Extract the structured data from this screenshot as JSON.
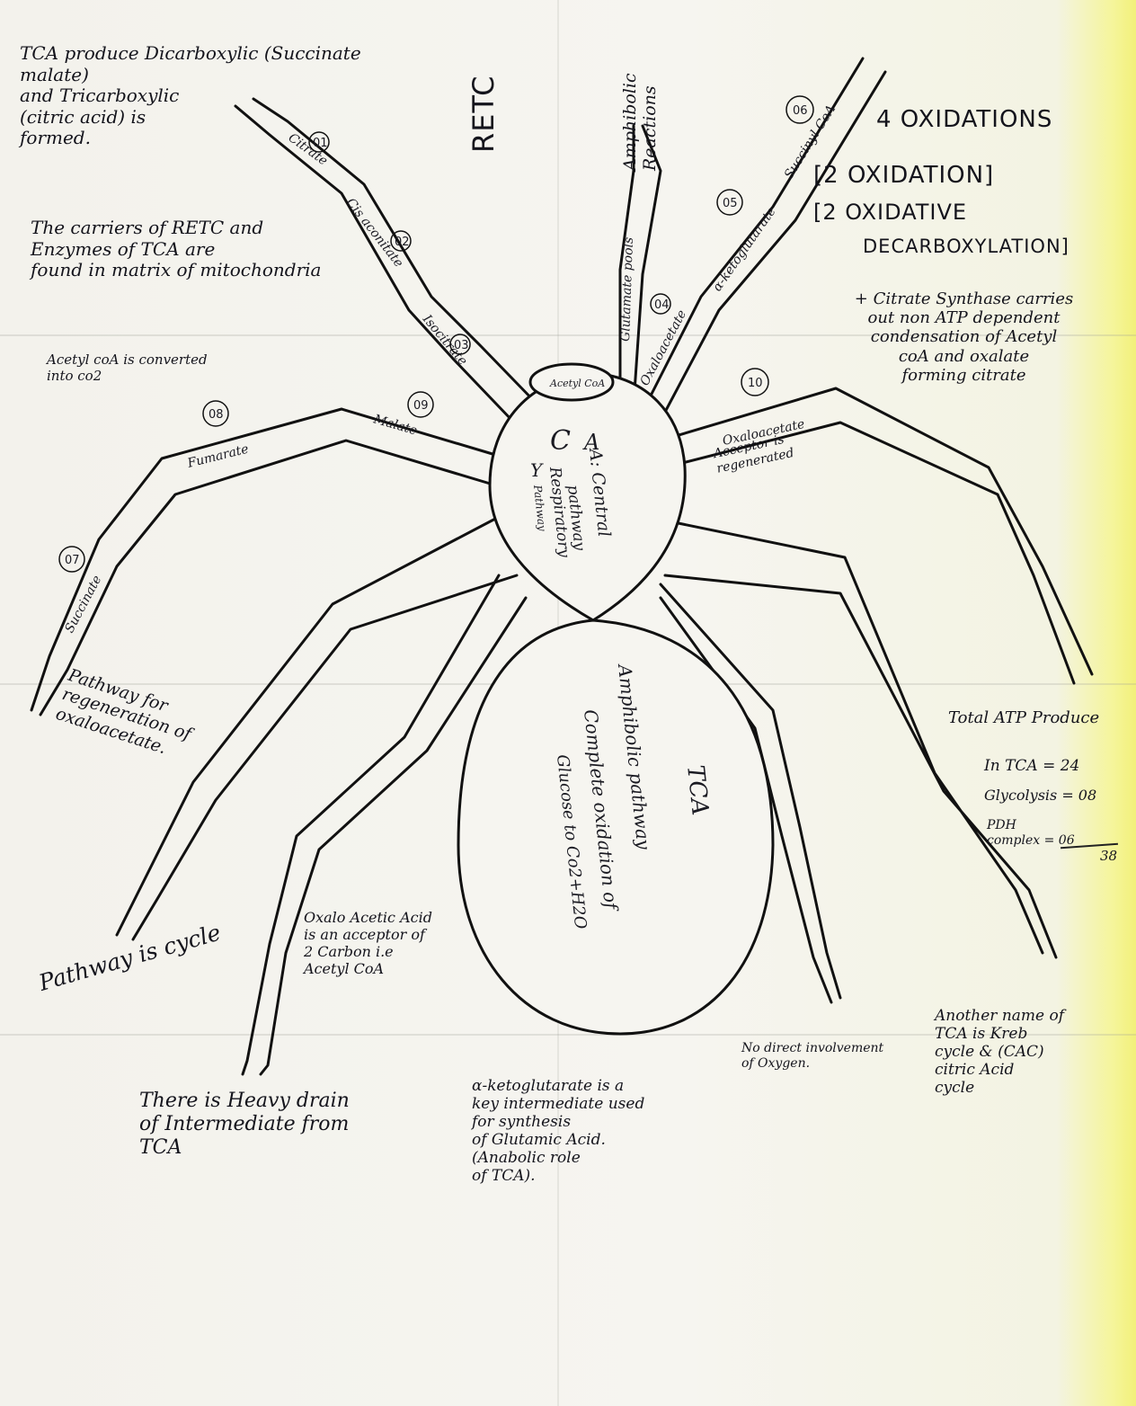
{
  "notes": {
    "tca_produce": "TCA produce Dicarboxylic (Succinate malate)\nand Tricarboxylic\n(citric acid) is\nformed.",
    "carriers": "The carriers of RETC and\nEnzymes of TCA are\nfound in matrix of mitochondria",
    "acetyl_coa": "Acetyl coA is converted\ninto co2",
    "retc": "RETC",
    "amphibolic_top": "Amphibolic\nReactions",
    "four_oxidations": "4 OXIDATIONS",
    "two_oxidation": "[2 OXIDATION]",
    "two_oxidative_line1": "[2 OXIDATIVE",
    "two_oxidative_line2": "DECARBOXYLATION]",
    "citrate_synthase": "+ Citrate Synthase carries\nout non ATP dependent\ncondensation of Acetyl\ncoA and oxalate\nforming citrate",
    "regeneration": "Pathway for\nregeneration of\noxaloacetate.",
    "pathway_cycle": "Pathway is cycle",
    "oxaloacetic": "Oxalo Acetic Acid\nis an acceptor of\n2 Carbon i.e\nAcetyl CoA",
    "total_atp_title": "Total ATP Produce",
    "atp_tca": "In TCA = 24",
    "atp_glycolysis": "Glycolysis = 08",
    "atp_pdh": "PDH\ncomplex = 06",
    "atp_total": "38",
    "no_oxygen": "No direct involvement\nof Oxygen.",
    "another_name": "Another name of\nTCA is Kreb\ncycle & (CAC)\ncitric Acid\ncycle",
    "heavy_drain": "There is Heavy drain\nof Intermediate from\nTCA",
    "alpha_kg": "α-ketoglutarate is a\nkey intermediate used\nfor synthesis\nof Glutamic Acid.\n(Anabolic role\nof TCA)."
  },
  "spider": {
    "head_acetyl": "Acetyl CoA",
    "letter_c": "C",
    "letter_a": "A",
    "letter_y": "Y",
    "head_text_1": "A: Central",
    "head_text_2": "pathway",
    "head_text_3": "Respiratory",
    "head_text_4": "Pathway",
    "abdomen_tca": "TCA",
    "abdomen_1": "Amphibolic pathway",
    "abdomen_2": "Complete oxidation of",
    "abdomen_3": "Glucose to Co2+H2O",
    "acceptor": "Acceptor is\nregenerated"
  },
  "legs": {
    "citrate": "Citrate",
    "cis_aconitate": "Cis aconitate",
    "isocitrate": "Isocitrate",
    "malate": "Malate",
    "fumarate": "Fumarate",
    "succinate": "Succinate",
    "oxaloacetate_right": "Oxaloacetate",
    "oxaloacetate_upper": "Oxaloacetate",
    "glutamate_pools": "Glutamate pools",
    "ketoglutarate": "α-ketoglutarate",
    "succinyl_coa": "Succinyl CoA",
    "num_citrate": "01",
    "num_cis": "02",
    "num_iso": "03",
    "num_malate": "09",
    "num_fumarate": "08",
    "num_succinate": "07",
    "num_oxalo": "10",
    "num_oxalo_upper": "04",
    "num_keto": "05",
    "num_succinyl": "06"
  }
}
